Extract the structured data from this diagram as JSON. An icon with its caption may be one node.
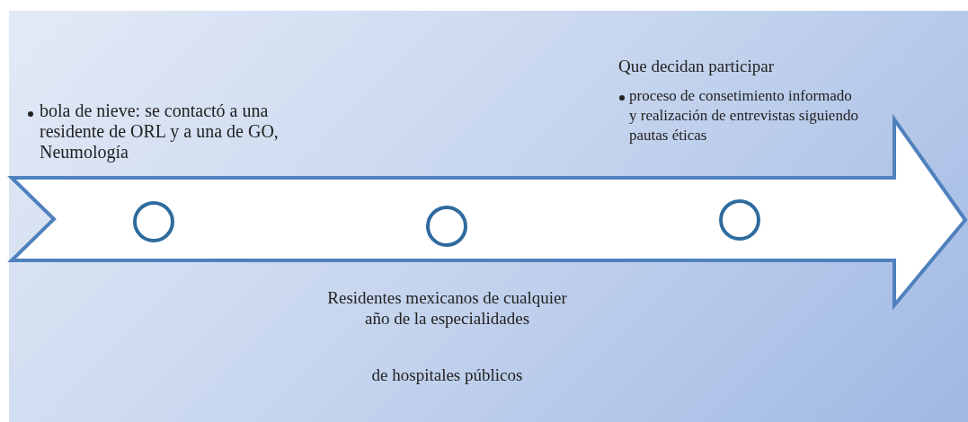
{
  "diagram": {
    "nodes": [
      {
        "text": [],
        "shape": "arrow"
      },
      {
        "text": [],
        "shape": "circle",
        "in": 0
      },
      {
        "text": [],
        "shape": "circle",
        "in": 0
      },
      {
        "text": [],
        "shape": "circle",
        "in": 0
      }
    ],
    "edges": [],
    "labels": [
      "bola de nieve:  se contactó a una residente de ORL y a una de GO, Neumología",
      "Que decidan participar",
      "proceso de consetimiento informado y realización de entrevistas siguiendo pautas éticas",
      "Residentes mexicanos de cualquier año de la especialidades",
      "de hospitales públicos"
    ]
  }
}
